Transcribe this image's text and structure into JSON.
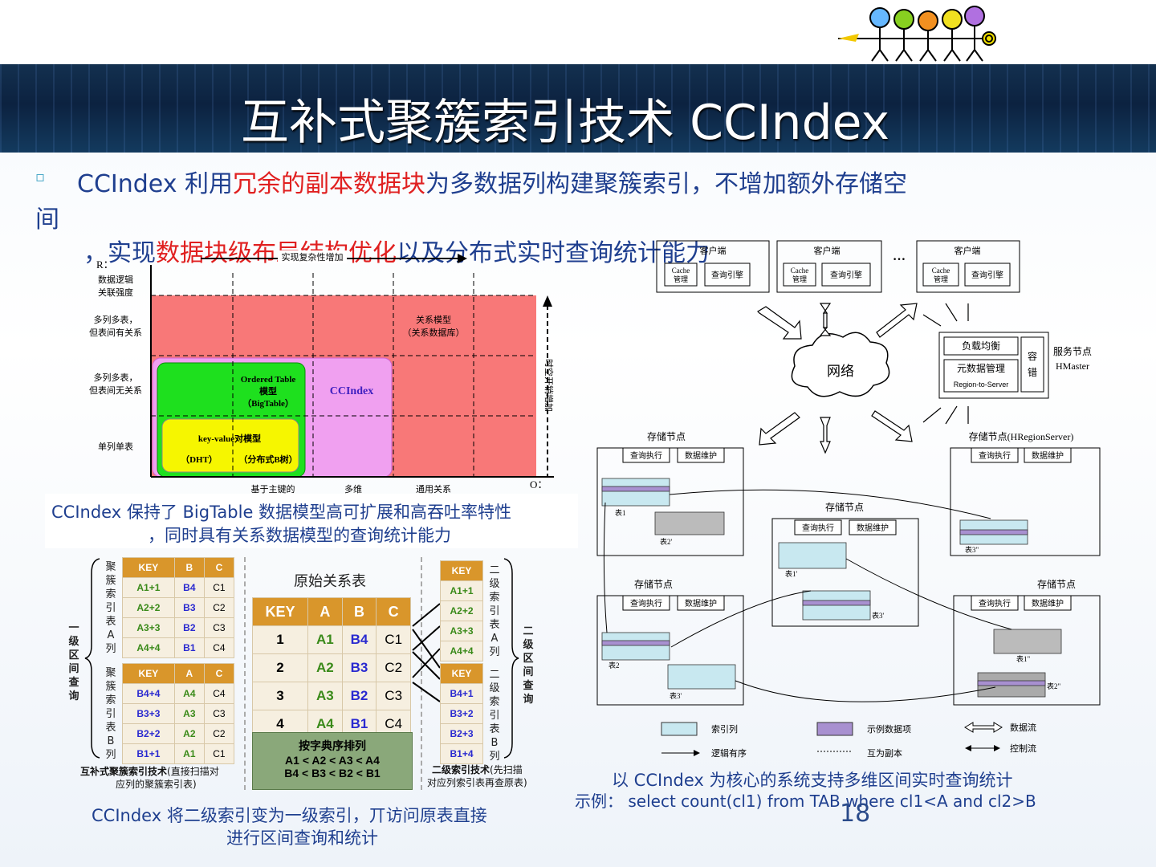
{
  "title": "互补式聚簇索引技术 CCIndex",
  "bullet_icon": "square-bullet-icon",
  "para1": {
    "pre": "CCIndex 利用",
    "red": "冗余的副本数据块",
    "post": "为多数据列构建聚簇索引，不增加额外存储空",
    "wrap": "间"
  },
  "para2": {
    "pre": "，实现",
    "red": "数据块级布局结构优化",
    "post": "以及分布式实时查询统计能力"
  },
  "chart": {
    "y_label": "R：",
    "y_title": "数据逻辑\n关联强度",
    "rows": [
      "多列多表，\n但表间有关系",
      "多列多表，\n但表间无关系",
      "单列单表"
    ],
    "x_label": "O：",
    "x_ticks": [
      "基于主键的",
      "多维",
      "通用关系"
    ],
    "top_label": "实现复杂性增加",
    "right_label": "时空开销增加",
    "relational": "关系模型\n（关系数据库）",
    "ordered": "Ordered Table\n模型\n（BigTable）",
    "ccindex": "CCIndex",
    "kv": "key-value对模型",
    "kv_sub1": "（DHT）",
    "kv_sub2": "（分布式B树）"
  },
  "caption1": {
    "line1": "CCIndex 保持了 BigTable 数据模型高可扩展和高吞吐率特性",
    "line2": "，同时具有关系数据模型的查询统计能力"
  },
  "left_tables": {
    "A": {
      "headers": [
        "KEY",
        "B",
        "C"
      ],
      "rows": [
        [
          "A1+1",
          "B4",
          "C1"
        ],
        [
          "A2+2",
          "B3",
          "C2"
        ],
        [
          "A3+3",
          "B2",
          "C3"
        ],
        [
          "A4+4",
          "B1",
          "C4"
        ]
      ],
      "label": "聚簇索引表A列"
    },
    "B": {
      "headers": [
        "KEY",
        "A",
        "C"
      ],
      "rows": [
        [
          "B4+4",
          "A4",
          "C4"
        ],
        [
          "B3+3",
          "A3",
          "C3"
        ],
        [
          "B2+2",
          "A2",
          "C2"
        ],
        [
          "B1+1",
          "A1",
          "C1"
        ]
      ],
      "label": "聚簇索引表B列"
    },
    "side": "一级区间查询",
    "caption_bold": "互补式聚簇索引技术",
    "caption_rest": "(直接扫描对应列的聚簇索引表)"
  },
  "orig_table": {
    "title": "原始关系表",
    "headers": [
      "KEY",
      "A",
      "B",
      "C"
    ],
    "rows": [
      [
        "1",
        "A1",
        "B4",
        "C1"
      ],
      [
        "2",
        "A2",
        "B3",
        "C2"
      ],
      [
        "3",
        "A3",
        "B2",
        "C3"
      ],
      [
        "4",
        "A4",
        "B1",
        "C4"
      ]
    ],
    "sort_title": "按字典序排列",
    "sort1": "A1 < A2 < A3 < A4",
    "sort2": "B4 < B3 < B2 < B1"
  },
  "right_tables": {
    "A": {
      "header": "KEY",
      "rows": [
        "A1+1",
        "A2+2",
        "A3+3",
        "A4+4"
      ],
      "label": "二级索引表A列"
    },
    "B": {
      "header": "KEY",
      "rows": [
        "B4+1",
        "B3+2",
        "B2+3",
        "B1+4"
      ],
      "label": "二级索引表B列"
    },
    "side": "二级区间查询",
    "caption_bold": "二级索引技术",
    "caption_rest": "(先扫描对应列索引表再查原表)"
  },
  "caption2": {
    "line1": "CCIndex 将二级索引变为一级索引，丌访问原表直接",
    "line2": "进行区间查询和统计"
  },
  "arch": {
    "client": "客户端",
    "cache": "Cache\n管理",
    "query_engine": "查询引擎",
    "ellipsis": "…",
    "network": "网络",
    "lb": "负载均衡",
    "meta": "元数据管理",
    "r2s": "Region-to-Server",
    "ft": "容\n错",
    "service": "服务节点\nHMaster",
    "storage": "存储节点",
    "storage_hr": "存储节点(HRegionServer)",
    "exec": "查询执行",
    "maint": "数据维护",
    "t1": "表1",
    "t2": "表2",
    "t3": "表3",
    "t1p": "表1'",
    "t2p": "表2'",
    "t3p": "表3'",
    "t1pp": "表1\"",
    "t2pp": "表2\"",
    "t3pp": "表3\"",
    "legend": [
      "索引列",
      "示例数据项",
      "数据流",
      "逻辑有序",
      "互为副本",
      "控制流"
    ]
  },
  "caption3": {
    "line1": "以 CCIndex 为核心的系统支持多维区间实时查询统计",
    "line2": "示例： select count(cl1) from TAB where cl1<A and cl2>B"
  },
  "page_number": "18",
  "colors": {
    "title": "#ffffff",
    "body_text": "#1f3f8f",
    "highlight": "#e02020",
    "table_header": "#d9962b"
  }
}
